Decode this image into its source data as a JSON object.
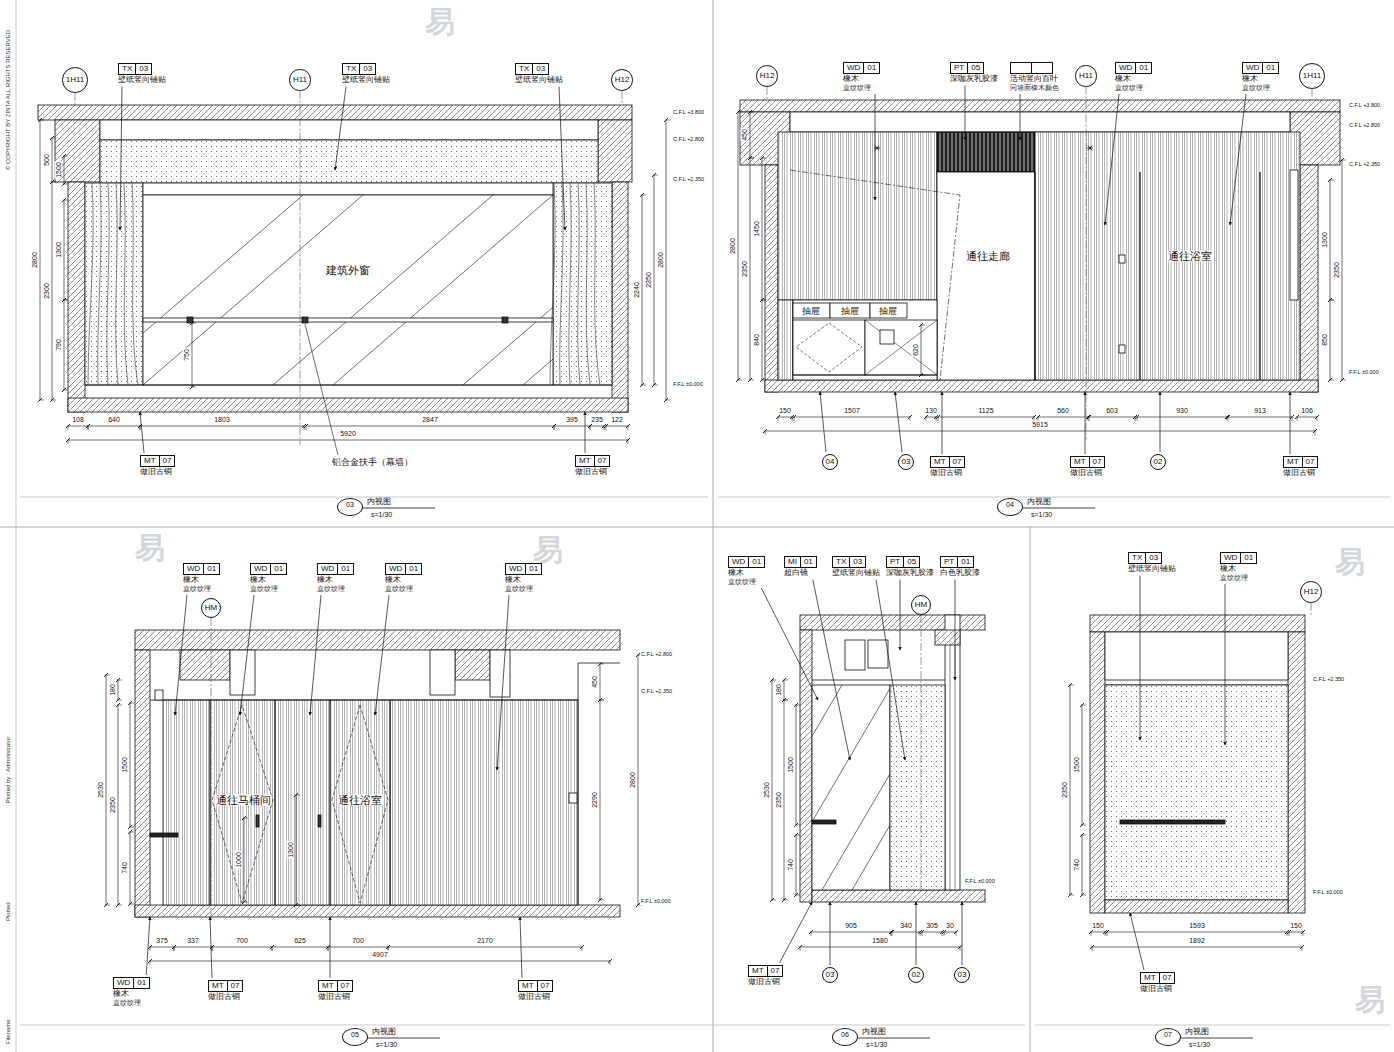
{
  "diagram": {
    "nodes": [
      {
        "text": [
          "TX",
          "03",
          "壁纸竖向铺贴"
        ]
      },
      {
        "text": [
          "TX",
          "03",
          "壁纸竖向铺贴"
        ]
      },
      {
        "text": [
          "TX",
          "03",
          "壁纸竖向铺贴"
        ]
      },
      {
        "text": [
          "1H11"
        ]
      },
      {
        "text": [
          "H11"
        ]
      },
      {
        "text": [
          "H12"
        ]
      },
      {
        "text": [
          "MT",
          "07",
          "做旧古铜"
        ]
      },
      {
        "text": [
          "MT",
          "07",
          "做旧古铜"
        ]
      },
      {
        "text": [
          "03",
          "内视图",
          "s=1/30"
        ]
      },
      {
        "text": [
          "WD",
          "01",
          "橡木",
          "直纹纹理"
        ]
      },
      {
        "text": [
          "PT",
          "05",
          "深咖灰乳胶漆"
        ]
      },
      {
        "text": [
          "活动竖向百叶",
          "同墙面橡木颜色"
        ]
      },
      {
        "text": [
          "WD",
          "01",
          "橡木",
          "直纹纹理"
        ]
      },
      {
        "text": [
          "WD",
          "01",
          "橡木",
          "直纹纹理"
        ]
      },
      {
        "text": [
          "H12"
        ]
      },
      {
        "text": [
          "H11"
        ]
      },
      {
        "text": [
          "1H11"
        ]
      },
      {
        "text": [
          "MT",
          "07",
          "做旧古铜"
        ]
      },
      {
        "text": [
          "MT",
          "07",
          "做旧古铜"
        ]
      },
      {
        "text": [
          "MT",
          "07",
          "做旧古铜"
        ]
      },
      {
        "text": [
          "04"
        ]
      },
      {
        "text": [
          "03"
        ]
      },
      {
        "text": [
          "02"
        ]
      },
      {
        "text": [
          "04",
          "内视图",
          "s=1/30"
        ]
      },
      {
        "text": [
          "WD",
          "01",
          "橡木",
          "直纹纹理"
        ]
      },
      {
        "text": [
          "WD",
          "01",
          "橡木",
          "直纹纹理"
        ]
      },
      {
        "text": [
          "WD",
          "01",
          "橡木",
          "直纹纹理"
        ]
      },
      {
        "text": [
          "WD",
          "01",
          "橡木",
          "直纹纹理"
        ]
      },
      {
        "text": [
          "WD",
          "01",
          "橡木",
          "直纹纹理"
        ]
      },
      {
        "text": [
          "HM"
        ]
      },
      {
        "text": [
          "WD",
          "01",
          "橡木",
          "直纹纹理"
        ]
      },
      {
        "text": [
          "MT",
          "07",
          "做旧古铜"
        ]
      },
      {
        "text": [
          "MT",
          "07",
          "做旧古铜"
        ]
      },
      {
        "text": [
          "MT",
          "07",
          "做旧古铜"
        ]
      },
      {
        "text": [
          "05",
          "内视图",
          "s=1/30"
        ]
      },
      {
        "text": [
          "WD",
          "01",
          "橡木",
          "直纹纹理"
        ]
      },
      {
        "text": [
          "MI",
          "01",
          "超白镜"
        ]
      },
      {
        "text": [
          "TX",
          "03",
          "壁纸竖向铺贴"
        ]
      },
      {
        "text": [
          "PT",
          "05",
          "深咖灰乳胶漆"
        ]
      },
      {
        "text": [
          "PT",
          "01",
          "白色乳胶漆"
        ]
      },
      {
        "text": [
          "HM"
        ]
      },
      {
        "text": [
          "MT",
          "07",
          "做旧古铜"
        ]
      },
      {
        "text": [
          "03"
        ]
      },
      {
        "text": [
          "02"
        ]
      },
      {
        "text": [
          "03"
        ]
      },
      {
        "text": [
          "06",
          "内视图",
          "s=1/30"
        ]
      },
      {
        "text": [
          "TX",
          "03",
          "壁纸竖向铺贴"
        ]
      },
      {
        "text": [
          "WD",
          "01",
          "橡木",
          "直纹纹理"
        ]
      },
      {
        "text": [
          "H12"
        ]
      },
      {
        "text": [
          "MT",
          "07",
          "做旧古铜"
        ]
      },
      {
        "text": [
          "07",
          "内视图",
          "s=1/30"
        ]
      }
    ],
    "labels": [
      "建筑外窗",
      "铝合金扶手（幕墙）",
      "108",
      "640",
      "1803",
      "2847",
      "395",
      "235",
      "122",
      "5920",
      "2800",
      "500",
      "2300",
      "1500",
      "1300",
      "790",
      "750",
      "2240",
      "2350",
      "2800",
      "C.F.L +3.800",
      "C.F.L +2.800",
      "C.F.L +2.350",
      "F.F.L ±0.000",
      "抽屉",
      "抽屉",
      "抽屉",
      "通往走廊",
      "通往浴室",
      "2800",
      "450",
      "2350",
      "1450",
      "840",
      "620",
      "1300",
      "850",
      "2350",
      "150",
      "1507",
      "130",
      "1125",
      "560",
      "603",
      "930",
      "913",
      "106",
      "5915",
      "C.F.L +3.800",
      "C.F.L +2.800",
      "C.F.L +2.350",
      "F.F.L ±0.000",
      "通往马桶间",
      "通往浴室",
      "2530",
      "180",
      "2350",
      "1500",
      "740",
      "1000",
      "1300",
      "450",
      "2290",
      "2800",
      "375",
      "337",
      "700",
      "625",
      "700",
      "2170",
      "4907",
      "C.F.L +2.800",
      "C.F.L +2.350",
      "F.F.L ±0.000",
      "2530",
      "180",
      "2350",
      "1500",
      "740",
      "905",
      "340",
      "305",
      "30",
      "1580",
      "F.F.L ±0.000",
      "2350",
      "1500",
      "740",
      "150",
      "1593",
      "150",
      "1892",
      "C.F.L +2.350",
      "F.F.L ±0.000",
      "© COPYRIGHT BY ZINTA ALL RIGHTS RESERVED",
      "Plotted by : Administrator",
      "Plotted :",
      "Filename :",
      "易",
      "易",
      "易",
      "易",
      "易"
    ]
  }
}
